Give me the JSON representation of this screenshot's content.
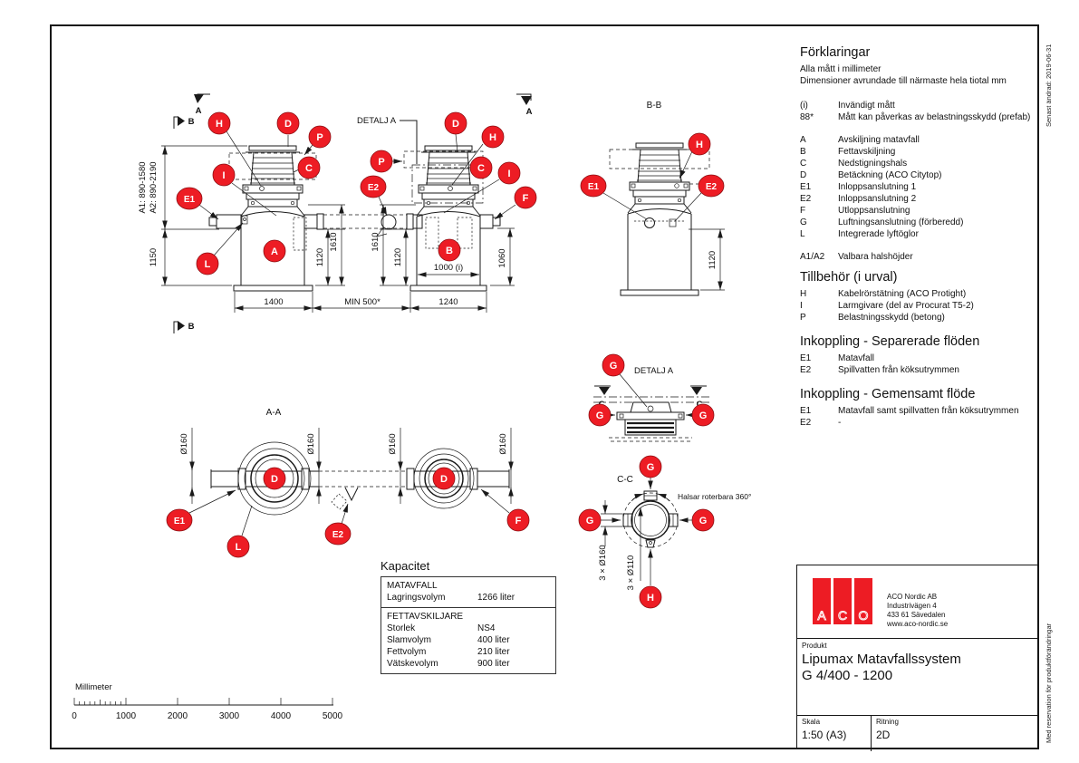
{
  "colors": {
    "accent_red": "#ed1c24",
    "line": "#1a1a1a",
    "background": "#ffffff"
  },
  "margins": {
    "last_modified": "Senast ändrad: 2019-06-31",
    "disclaimer": "Med reservation för produktförändringar"
  },
  "legend": {
    "title": "Förklaringar",
    "note1": "Alla mått i millimeter",
    "note2": "Dimensioner avrundade till närmaste hela tiotal mm",
    "items1": [
      {
        "key": "(i)",
        "text": "Invändigt mått"
      },
      {
        "key": "88*",
        "text": "Mått kan påverkas av belastningsskydd (prefab)"
      }
    ],
    "items2": [
      {
        "key": "A",
        "text": "Avskiljning matavfall"
      },
      {
        "key": "B",
        "text": "Fettavskiljning"
      },
      {
        "key": "C",
        "text": "Nedstigningshals"
      },
      {
        "key": "D",
        "text": "Betäckning (ACO Citytop)"
      },
      {
        "key": "E1",
        "text": "Inloppsanslutning 1"
      },
      {
        "key": "E2",
        "text": "Inloppsanslutning 2"
      },
      {
        "key": "F",
        "text": "Utloppsanslutning"
      },
      {
        "key": "G",
        "text": "Luftningsanslutning (förberedd)"
      },
      {
        "key": "L",
        "text": "Integrerade lyftöglor"
      }
    ],
    "items3": [
      {
        "key": "A1/A2",
        "text": "Valbara halshöjder"
      }
    ]
  },
  "accessories": {
    "title": "Tillbehör (i urval)",
    "items": [
      {
        "key": "H",
        "text": "Kabelrörstätning (ACO Protight)"
      },
      {
        "key": "I",
        "text": "Larmgivare (del av Procurat T5-2)"
      },
      {
        "key": "P",
        "text": "Belastningsskydd (betong)"
      }
    ]
  },
  "inkoppling_sep": {
    "title": "Inkoppling - Separerade flöden",
    "items": [
      {
        "key": "E1",
        "text": "Matavfall"
      },
      {
        "key": "E2",
        "text": "Spillvatten från köksutrymmen"
      }
    ]
  },
  "inkoppling_gem": {
    "title": "Inkoppling - Gemensamt flöde",
    "items": [
      {
        "key": "E1",
        "text": "Matavfall samt spillvatten från köksutrymmen"
      },
      {
        "key": "E2",
        "text": "-"
      }
    ]
  },
  "capacity": {
    "title": "Kapacitet",
    "sections": [
      {
        "header": "MATAVFALL",
        "rows": [
          {
            "label": "Lagringsvolym",
            "value": "1266 liter"
          }
        ]
      },
      {
        "header": "FETTAVSKILJARE",
        "rows": [
          {
            "label": "Storlek",
            "value": "NS4"
          },
          {
            "label": "Slamvolym",
            "value": "400 liter"
          },
          {
            "label": "Fettvolym",
            "value": "210 liter"
          },
          {
            "label": "Vätskevolym",
            "value": "900 liter"
          }
        ]
      }
    ]
  },
  "titleblock": {
    "logo_letters": [
      "A",
      "C",
      "O"
    ],
    "company": "ACO Nordic AB",
    "address1": "Industrivägen 4",
    "address2": "433 61  Sävedalen",
    "website": "www.aco-nordic.se",
    "product_label": "Produkt",
    "product_line1": "Lipumax Matavfallssystem",
    "product_line2": "G 4/400 - 1200",
    "scale_label": "Skala",
    "scale_value": "1:50 (A3)",
    "drawing_label": "Ritning",
    "drawing_value": "2D"
  },
  "scalebar": {
    "label": "Millimeter",
    "ticks": [
      "0",
      "1000",
      "2000",
      "3000",
      "4000",
      "5000"
    ]
  },
  "drawing": {
    "view_titles": {
      "aa": "A-A",
      "bb": "B-B",
      "cc": "C-C",
      "detail": "DETALJ A"
    },
    "section_letters": {
      "A": "A",
      "B": "B",
      "C": "C"
    },
    "callouts": {
      "A": "A",
      "B": "B",
      "C": "C",
      "D": "D",
      "E1": "E1",
      "E2": "E2",
      "F": "F",
      "G": "G",
      "H": "H",
      "I": "I",
      "L": "L",
      "P": "P"
    },
    "dims": {
      "a1": "A1: 890-1580",
      "a2": "A2: 890-2190",
      "h1150": "1150",
      "h1120": "1120",
      "h1610": "1610",
      "h1060": "1060",
      "w1400": "1400",
      "min500": "MIN 500*",
      "w1240": "1240",
      "w1000i": "1000 (i)",
      "d160": "Ø160",
      "n160": "3 × Ø160",
      "n110": "3 × Ø110",
      "rotatable": "Halsar roterbara 360°"
    }
  }
}
